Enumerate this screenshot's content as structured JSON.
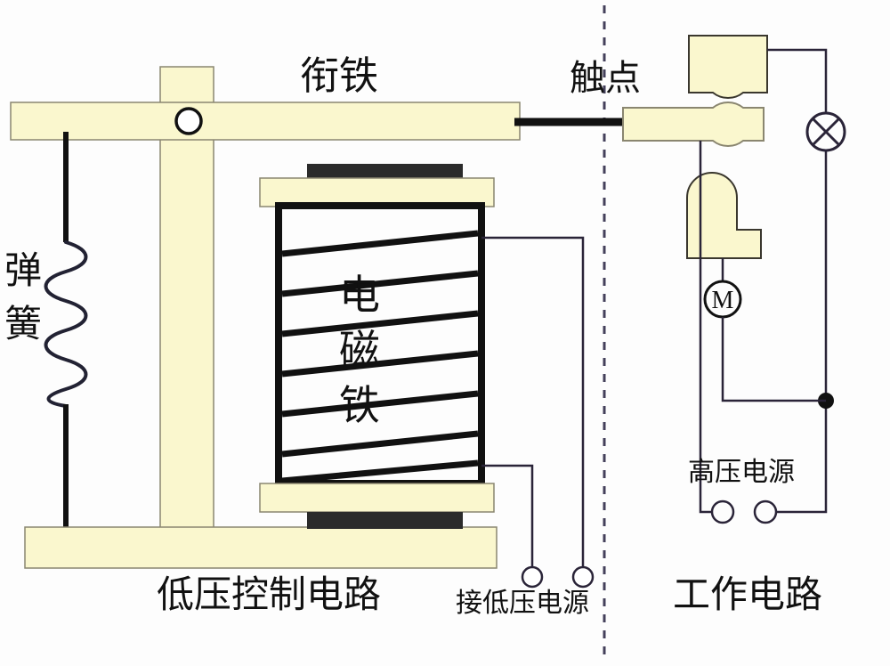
{
  "diagram": {
    "title_visible": false,
    "type": "electromagnetic-relay-schematic",
    "divider": "vertical-dashed-line"
  },
  "colors": {
    "metal_yellow": "#FAF7CE",
    "metal_yellow_edge": "#8a8670",
    "pole_dark": "#2b2b2b",
    "coil_black": "#111111",
    "wire": "#2a2438",
    "background": "#fdfdfd",
    "text": "#111111"
  },
  "labels": {
    "armature": "衔铁",
    "spring": "弹簧",
    "electromagnet": "电磁铁",
    "contacts": "触点",
    "low_voltage_control_circuit": "低压控制电路",
    "connect_low_voltage_source": "接低压电源",
    "high_voltage_source": "高压电源",
    "working_circuit": "工作电路",
    "motor_symbol": "M"
  },
  "components": {
    "pivot": "pivot-hole",
    "lamp": "lamp-symbol-x-in-circle",
    "motor": "motor-symbol-m-in-circle",
    "junction": "wire-junction-dot",
    "terminals_low_voltage": 2,
    "terminals_high_voltage": 2,
    "coil_turns": 7
  }
}
